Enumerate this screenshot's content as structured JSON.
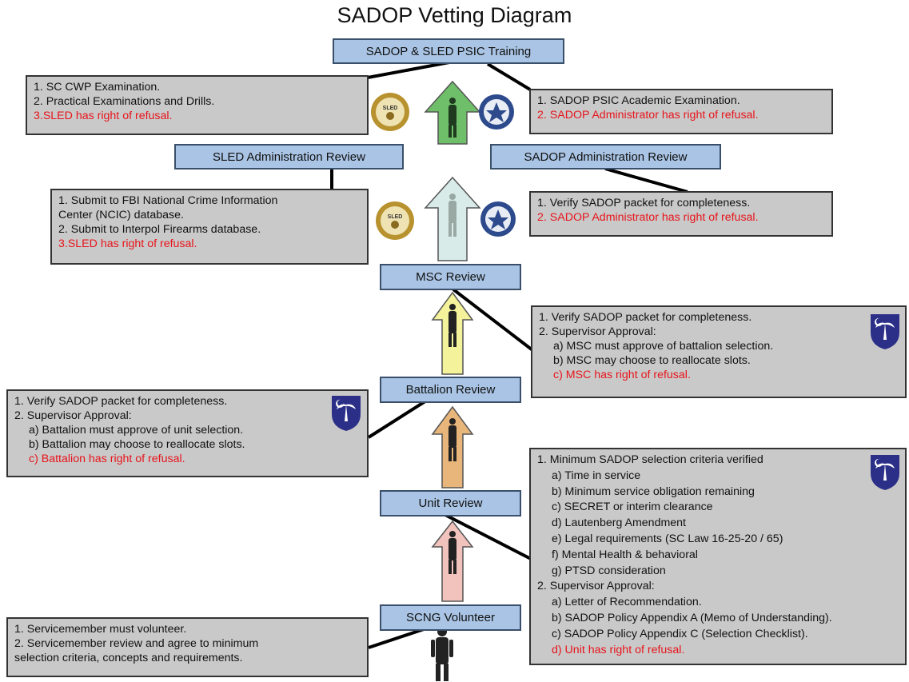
{
  "title": "SADOP Vetting Diagram",
  "stages": {
    "training": "SADOP & SLED PSIC Training",
    "sled_admin": "SLED Administration Review",
    "sadop_admin": "SADOP Administration Review",
    "msc": "MSC Review",
    "battalion": "Battalion Review",
    "unit": "Unit Review",
    "volunteer": "SCNG Volunteer"
  },
  "notes": {
    "sled_training": [
      "1. SC CWP Examination.",
      "2. Practical Examinations and Drills.",
      "3.SLED has right of refusal."
    ],
    "sadop_training": [
      "1. SADOP PSIC Academic Examination.",
      "2. SADOP Administrator has right of refusal."
    ],
    "sled_admin": [
      "1. Submit to FBI National Crime Information",
      "Center (NCIC) database.",
      "2. Submit to Interpol Firearms database.",
      "3.SLED has right of refusal."
    ],
    "sadop_admin": [
      "1. Verify SADOP packet for completeness.",
      "2. SADOP Administrator has right of refusal."
    ],
    "msc": [
      "1. Verify SADOP packet for completeness.",
      "2. Supervisor Approval:",
      "a) MSC must approve of battalion selection.",
      "b) MSC may choose to reallocate slots.",
      "c) MSC has right of refusal."
    ],
    "battalion": [
      "1. Verify SADOP packet for completeness.",
      "2. Supervisor Approval:",
      "a) Battalion must approve of unit selection.",
      "b) Battalion may choose to reallocate slots.",
      "c) Battalion has right of refusal."
    ],
    "unit": [
      "1. Minimum SADOP selection criteria verified",
      "a) Time in service",
      "b) Minimum service obligation remaining",
      "c) SECRET or interim clearance",
      "d) Lautenberg Amendment",
      "e) Legal requirements (SC Law 16-25-20 / 65)",
      "f)  Mental Health & behavioral",
      "g) PTSD consideration",
      "2. Supervisor Approval:",
      "a) Letter of Recommendation.",
      "b) SADOP Policy Appendix A (Memo of Understanding).",
      "c) SADOP Policy Appendix C (Selection Checklist).",
      "d) Unit has right of refusal."
    ],
    "volunteer": [
      "1. Servicemember must volunteer.",
      "2. Servicemember review and agree to minimum",
      "selection criteria, concepts and requirements."
    ]
  },
  "seal_text": "SLED",
  "colors": {
    "stage_fill": "#a9c4e4",
    "note_fill": "#c9c9c9",
    "refusal_text": "#e8141b",
    "arrow_red": "#f2c2bd",
    "arrow_orange": "#e8b57a",
    "arrow_yellow": "#f4f29a",
    "arrow_light": "#d8ebe8",
    "arrow_green": "#6fbf6a",
    "shield": "#2b2f88"
  },
  "icons": [
    "sled-seal-icon",
    "state-seal-icon",
    "palmetto-shield-icon",
    "soldier-silhouette-icon"
  ]
}
